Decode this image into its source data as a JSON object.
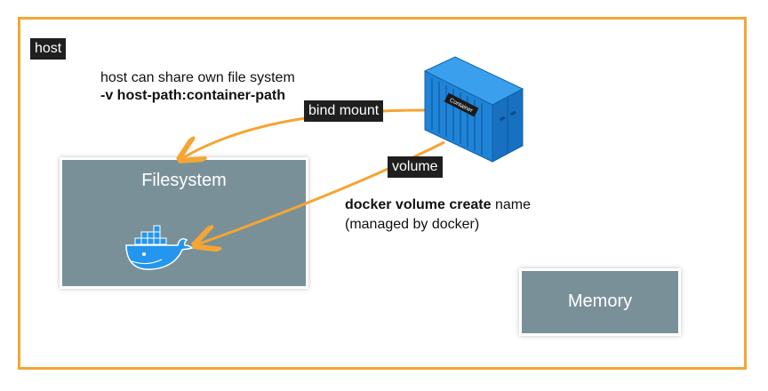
{
  "host": {
    "label": "host"
  },
  "notes": {
    "share_text": "host can share own file system",
    "share_command": "-v host-path:container-path",
    "volume_command": "docker volume create",
    "volume_command_arg": " name",
    "volume_managed": "(managed by docker)"
  },
  "edges": {
    "bind_mount": "bind mount",
    "volume": "volume"
  },
  "filesystem": {
    "title": "Filesystem"
  },
  "memory": {
    "title": "Memory"
  },
  "container": {
    "label": "Container"
  },
  "colors": {
    "frame": "#f5a534",
    "arrow": "#f5a534",
    "box": "#7a9099",
    "container": "#1f84d8",
    "whale": "#2496ed"
  }
}
